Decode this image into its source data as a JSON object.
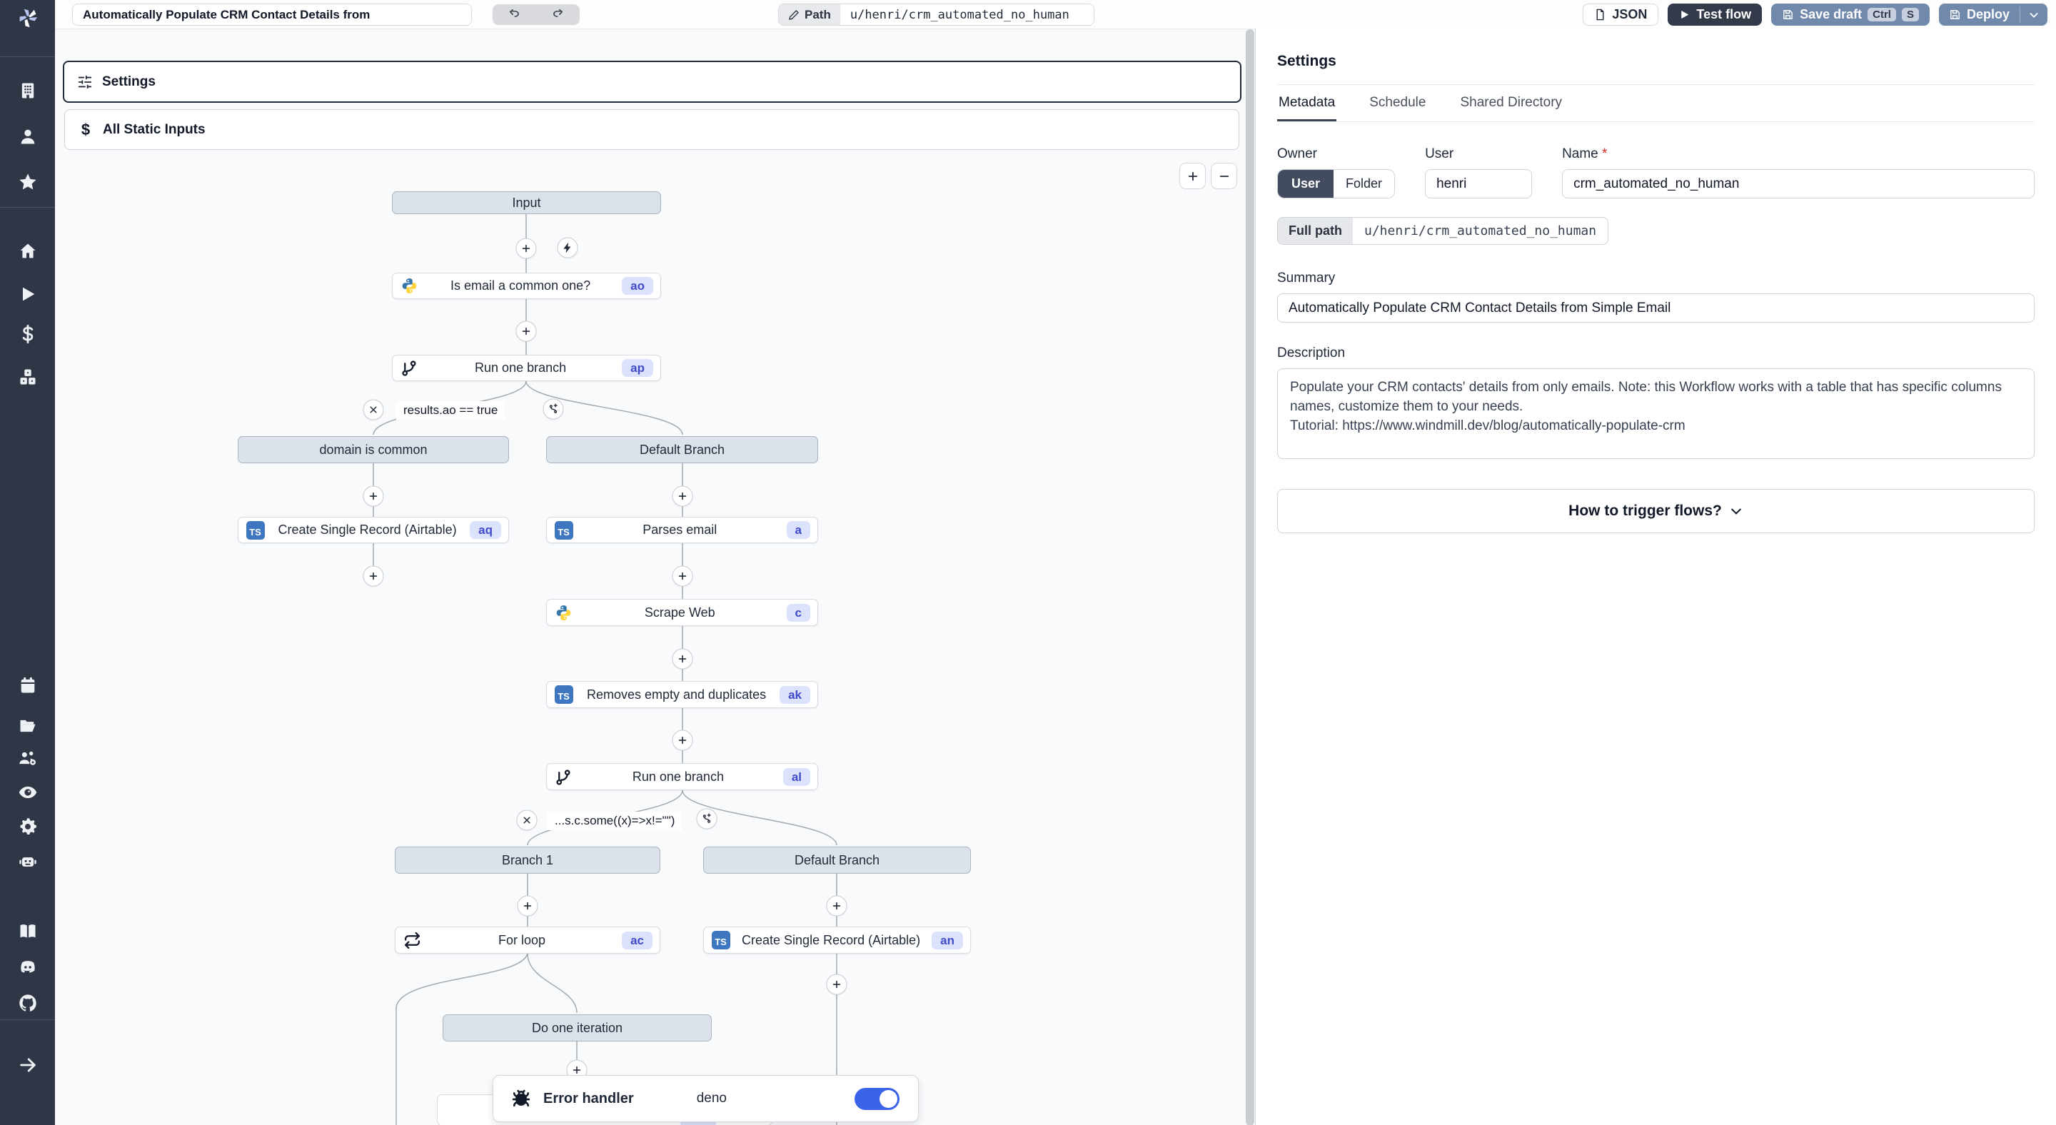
{
  "colors": {
    "sidebar_bg": "#2f3747",
    "accent_dark_button": "#333a4a",
    "slate_blue_button": "#7189ab",
    "toggle_on_blue": "#3b63e8",
    "badge_bg": "#dce2fb",
    "badge_text": "#3f4bc9",
    "canvas_bg": "#f8fafc",
    "gray_node_bg": "#dbe2ea",
    "typescript_icon_blue": "#3e76c0"
  },
  "sidebar": {
    "icons": [
      "windmill-logo",
      "building",
      "person",
      "star",
      "home",
      "play",
      "dollar",
      "cubes",
      "calendar",
      "folder-open",
      "users-cog",
      "eye",
      "gear",
      "robot",
      "book",
      "discord",
      "github",
      "arrow-right"
    ]
  },
  "topbar": {
    "title": "Automatically Populate CRM Contact Details from",
    "path_label": "Path",
    "path_value": "u/henri/crm_automated_no_human",
    "json_button": "JSON",
    "test_flow_button": "Test flow",
    "save_draft_button": "Save draft",
    "save_draft_kbd": [
      "Ctrl",
      "S"
    ],
    "deploy_button": "Deploy"
  },
  "flow": {
    "settings_label": "Settings",
    "static_inputs_label": "All Static Inputs",
    "nodes": {
      "input": {
        "label": "Input"
      },
      "is_email": {
        "label": "Is email a common one?",
        "badge": "ao"
      },
      "run_one_branch_1": {
        "label": "Run one branch",
        "badge": "ap"
      },
      "cond1": "results.ao == true",
      "branch_domain": {
        "label": "domain is common"
      },
      "create_record_1": {
        "label": "Create Single Record (Airtable)",
        "badge": "aq"
      },
      "branch_default_1": {
        "label": "Default Branch"
      },
      "parses_email": {
        "label": "Parses email",
        "badge": "a"
      },
      "scrape_web": {
        "label": "Scrape Web",
        "badge": "c"
      },
      "removes_empty": {
        "label": "Removes empty and duplicates",
        "badge": "ak"
      },
      "run_one_branch_2": {
        "label": "Run one branch",
        "badge": "al"
      },
      "cond2": "...s.c.some((x)=>x!=\"\")",
      "branch_1": {
        "label": "Branch 1"
      },
      "for_loop": {
        "label": "For loop",
        "badge": "ac"
      },
      "branch_default_2": {
        "label": "Default Branch"
      },
      "create_record_2": {
        "label": "Create Single Record (Airtable)",
        "badge": "an"
      },
      "do_one_iteration": {
        "label": "Do one iteration"
      },
      "error_handler": {
        "label": "Error handler",
        "runtime": "deno",
        "enabled": true
      }
    }
  },
  "settings_panel": {
    "title": "Settings",
    "tabs": [
      "Metadata",
      "Schedule",
      "Shared Directory"
    ],
    "owner_label": "Owner",
    "owner_options": [
      "User",
      "Folder"
    ],
    "owner_selected": "User",
    "user_label": "User",
    "user_value": "henri",
    "name_label": "Name",
    "name_required_mark": "*",
    "name_value": "crm_automated_no_human",
    "full_path_label": "Full path",
    "full_path_value": "u/henri/crm_automated_no_human",
    "summary_label": "Summary",
    "summary_value": "Automatically Populate CRM Contact Details from Simple Email",
    "description_label": "Description",
    "description_value": "Populate your CRM contacts' details from only emails. Note: this Workflow works with a table that has specific columns names, customize them to your needs.\nTutorial: https://www.windmill.dev/blog/automatically-populate-crm",
    "trigger_button": "How to trigger flows?"
  }
}
